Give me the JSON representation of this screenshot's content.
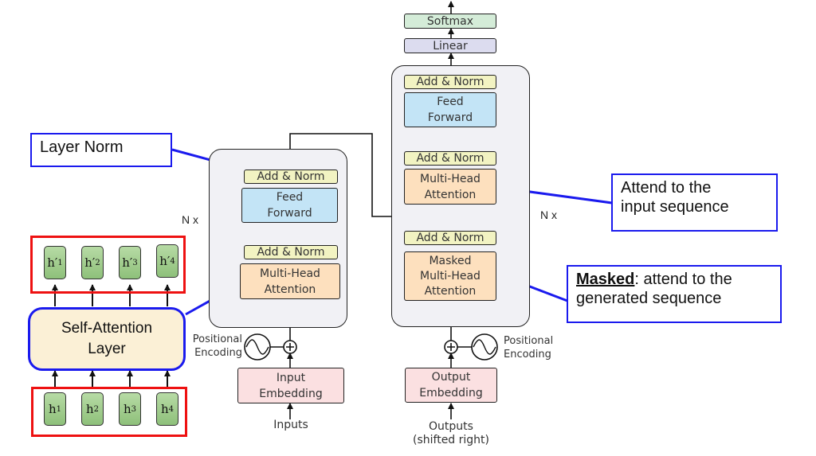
{
  "diagram": {
    "title": "Transformer architecture with self-attention annotations",
    "encoder": {
      "repeat_label": "N x",
      "add_norm_top": "Add & Norm",
      "feed_forward": "Feed\nForward",
      "add_norm_bottom": "Add & Norm",
      "attention": "Multi-Head\nAttention",
      "positional_encoding": "Positional\nEncoding",
      "embedding": "Input\nEmbedding",
      "input_label": "Inputs"
    },
    "decoder": {
      "repeat_label": "N x",
      "softmax": "Softmax",
      "linear": "Linear",
      "add_norm_top": "Add & Norm",
      "feed_forward": "Feed\nForward",
      "add_norm_middle": "Add & Norm",
      "cross_attention": "Multi-Head\nAttention",
      "add_norm_bottom": "Add & Norm",
      "masked_attention": "Masked\nMulti-Head\nAttention",
      "positional_encoding": "Positional\nEncoding",
      "embedding": "Output\nEmbedding",
      "output_label": "Outputs\n(shifted right)"
    },
    "self_attention_example": {
      "layer_label": "Self-Attention\nLayer",
      "outputs": [
        {
          "base": "h′",
          "sub": "1"
        },
        {
          "base": "h′",
          "sub": "2"
        },
        {
          "base": "h′",
          "sub": "3"
        },
        {
          "base": "h′",
          "sub": "4"
        }
      ],
      "inputs": [
        {
          "base": "h",
          "sub": "1"
        },
        {
          "base": "h",
          "sub": "2"
        },
        {
          "base": "h",
          "sub": "3"
        },
        {
          "base": "h",
          "sub": "4"
        }
      ]
    },
    "callouts": {
      "layer_norm": "Layer Norm",
      "cross_attention": "Attend to the\ninput sequence",
      "masked_bold": "Masked",
      "masked_rest": ": attend to the\ngenerated sequence"
    },
    "colors": {
      "callout_border": "#1a1aee",
      "highlight_frame": "#ee1111",
      "add_norm": "#f2f3c2",
      "feed_forward": "#c3e4f6",
      "attention": "#fde0be",
      "embedding": "#fbe0e1",
      "softmax": "#d4ecd8",
      "linear": "#dcdcef"
    }
  }
}
